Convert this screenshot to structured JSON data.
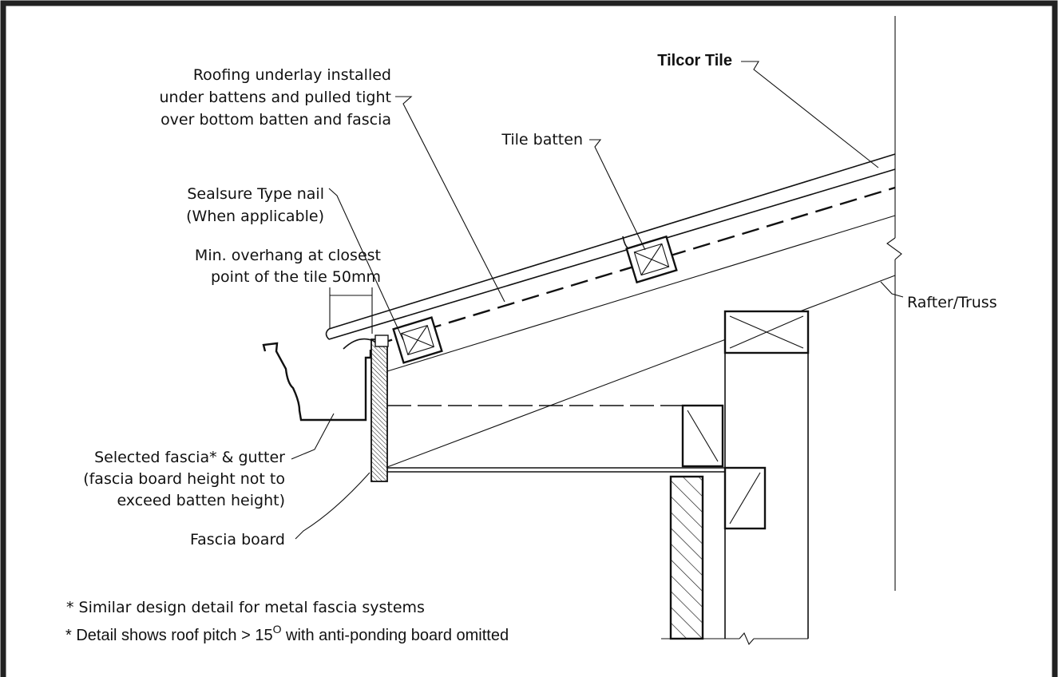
{
  "labels": {
    "tilcor_tile": "Tilcor Tile",
    "roofing_underlay": [
      "Roofing underlay installed",
      "under battens and pulled tight",
      "over bottom batten and fascia"
    ],
    "tile_batten": "Tile batten",
    "sealsure_nail": [
      "Sealsure Type nail",
      "(When applicable)"
    ],
    "min_overhang": [
      "Min. overhang at closest",
      "point of the tile 50mm"
    ],
    "rafter_truss": "Rafter/Truss",
    "selected_fascia": [
      "Selected fascia* & gutter",
      "(fascia board height not to",
      "exceed batten height)"
    ],
    "fascia_board": "Fascia board"
  },
  "notes": {
    "note1": "* Similar design detail for metal fascia systems",
    "note2_pre": "* Detail shows roof pitch > 15",
    "note2_sup": "O",
    "note2_post": " with anti-ponding board omitted"
  },
  "colors": {
    "border": "#222222",
    "line": "#111111",
    "background": "#ffffff"
  }
}
